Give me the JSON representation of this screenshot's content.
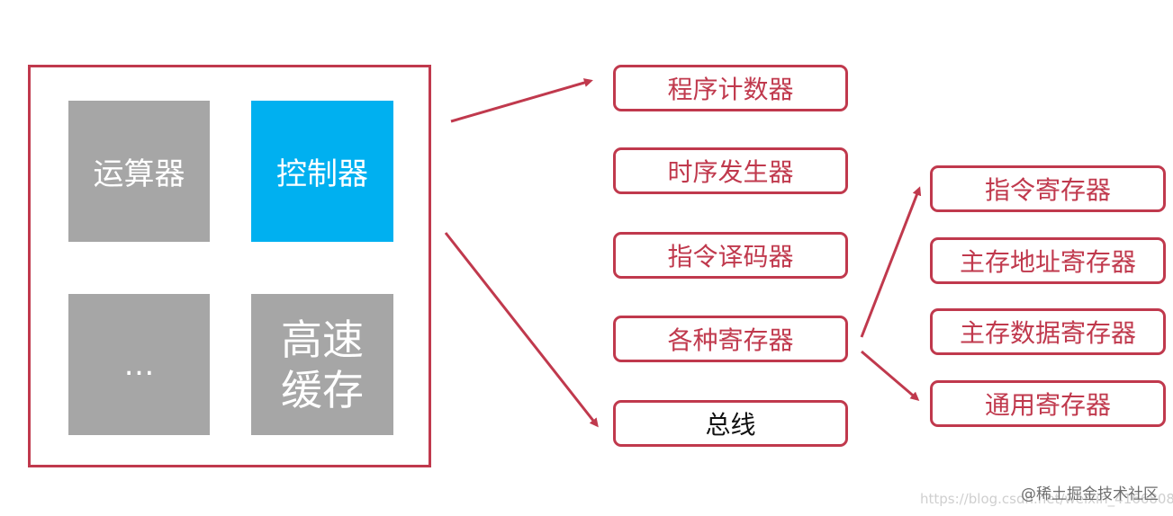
{
  "cpu": {
    "alu": "运算器",
    "control": "控制器",
    "ellipsis": "…",
    "cache": "高速缓存"
  },
  "control_parts": [
    "程序计数器",
    "时序发生器",
    "指令译码器",
    "各种寄存器",
    "总线"
  ],
  "registers": [
    "指令寄存器",
    "主存地址寄存器",
    "主存数据寄存器",
    "通用寄存器"
  ],
  "watermark": "@稀土掘金技术社区",
  "url": "https://blog.csdn.net/weixin_41668084",
  "colors": {
    "border": "#c0394d",
    "tile_gray": "#a6a6a6",
    "tile_blue": "#00b0f0"
  }
}
